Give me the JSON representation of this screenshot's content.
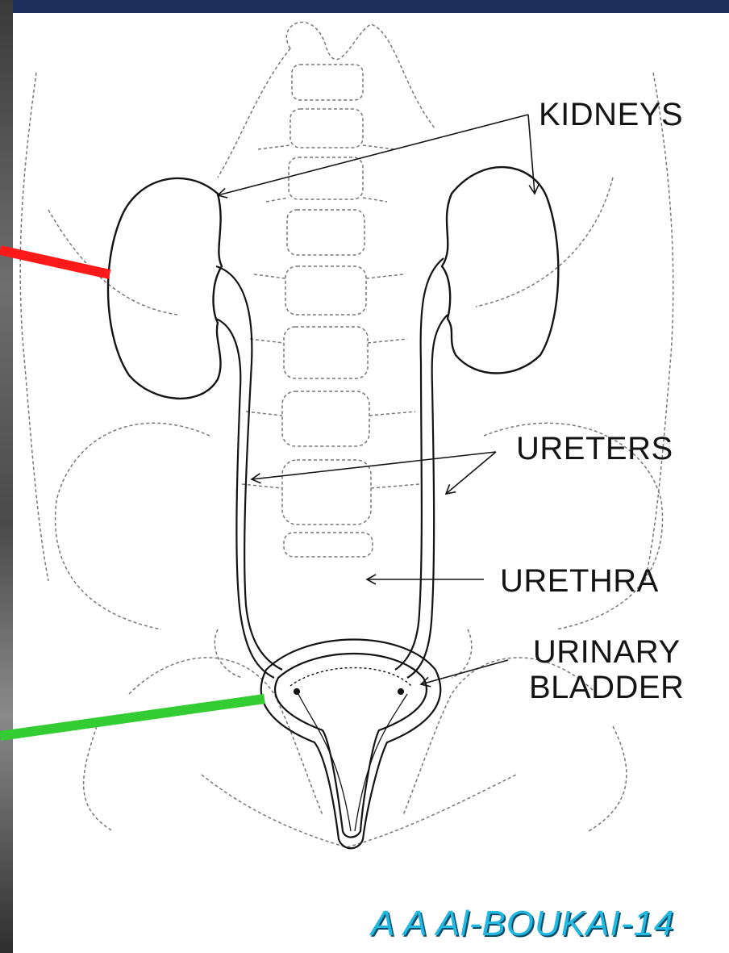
{
  "labels": {
    "kidneys": "KIDNEYS",
    "ureters": "URETERS",
    "urinary": "URINARY",
    "bladder": "BLADDER",
    "urethra": "URETHRA"
  },
  "watermark": "A A Al-BOUKAI-14",
  "colors": {
    "red_pointer": "#ff1a1a",
    "green_pointer": "#33cc33",
    "watermark": "#22b8e0",
    "top_bar": "#1b2f5a"
  }
}
